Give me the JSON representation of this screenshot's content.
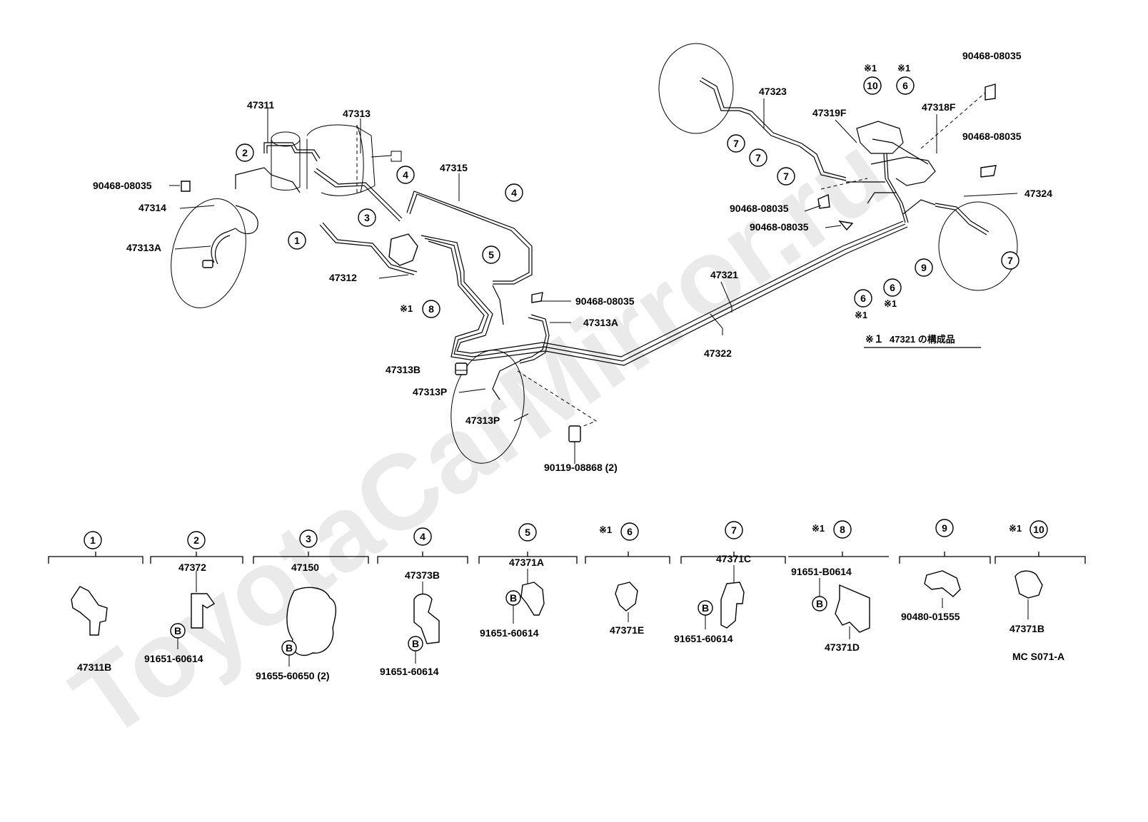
{
  "watermark": "ToyotaCarMirror.ru",
  "callouts": {
    "c1": "1",
    "c2": "2",
    "c3": "3",
    "c4": "4",
    "c5": "5",
    "c6": "6",
    "c7": "7",
    "c8": "8",
    "c9": "9",
    "c10": "10"
  },
  "asterisk": "※1",
  "labels": {
    "p47311": "47311",
    "p47313": "47313",
    "p47315": "47315",
    "p90468_left": "90468-08035",
    "p47314": "47314",
    "p47313A_left": "47313A",
    "p47312": "47312",
    "p90468_mid": "90468-08035",
    "p47313A_mid": "47313A",
    "p47313B": "47313B",
    "p47313P_1": "47313P",
    "p47313P_2": "47313P",
    "p90119": "90119-08868 (2)",
    "p47321": "47321",
    "p47322": "47322",
    "p47323": "47323",
    "p47319F": "47319F",
    "p47318F": "47318F",
    "p90468_tr1": "90468-08035",
    "p90468_tr2": "90468-08035",
    "p90468_r1": "90468-08035",
    "p90468_r2": "90468-08035",
    "p47324": "47324",
    "note_47321": "47321 の構成品",
    "note_mark": "※１"
  },
  "bottom_parts": [
    {
      "callout": "1",
      "asterisk": false,
      "part": "47311B",
      "bolt": ""
    },
    {
      "callout": "2",
      "asterisk": false,
      "part": "47372",
      "bolt": "91651-60614"
    },
    {
      "callout": "3",
      "asterisk": false,
      "part": "47150",
      "bolt": "91655-60650 (2)"
    },
    {
      "callout": "4",
      "asterisk": false,
      "part": "47373B",
      "bolt": "91651-60614"
    },
    {
      "callout": "5",
      "asterisk": false,
      "part": "47371A",
      "bolt": "91651-60614"
    },
    {
      "callout": "6",
      "asterisk": true,
      "part": "47371E",
      "bolt": ""
    },
    {
      "callout": "7",
      "asterisk": false,
      "part": "47371C",
      "bolt": "91651-60614"
    },
    {
      "callout": "8",
      "asterisk": true,
      "part": "47371D",
      "bolt": "91651-B0614"
    },
    {
      "callout": "9",
      "asterisk": false,
      "part": "90480-01555",
      "bolt": ""
    },
    {
      "callout": "10",
      "asterisk": true,
      "part": "47371B",
      "bolt": ""
    }
  ],
  "bolt_mark": "B",
  "diagram_code": "MC S071-A"
}
